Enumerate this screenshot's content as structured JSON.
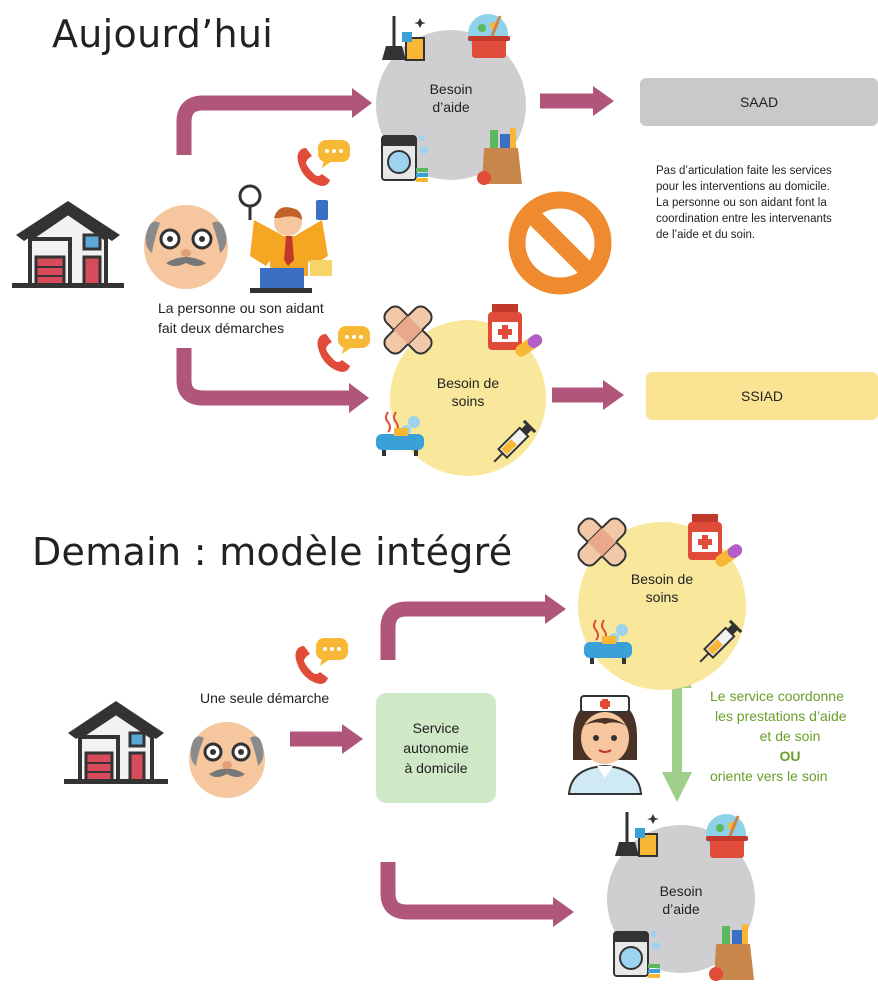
{
  "colors": {
    "arrow": "#b0567a",
    "grey_circle": "#cfcfd1",
    "yellow_circle": "#f9e79b",
    "saad_box": "#c9c9cb",
    "ssiad_box": "#fbe394",
    "green_box": "#cfe8c6",
    "green_arrow": "#9fcf8a",
    "green_text": "#6a9e2a",
    "forbidden": "#ef8a2e"
  },
  "today": {
    "title": "Aujourd’hui",
    "aid_label": "Besoin\nd’aide",
    "care_label": "Besoin de\nsoins",
    "saad": "SAAD",
    "ssiad": "SSIAD",
    "person_caption": "La personne ou son aidant\nfait deux démarches",
    "note": "Pas d’articulation faite les services\npour les interventions au domicile.\nLa personne ou son aidant font la\ncoordination entre les intervenants\nde l’aide et du soin."
  },
  "tomorrow": {
    "title": "Demain : modèle intégré",
    "single_step": "Une seule démarche",
    "service_box": "Service\nautonomie\nà domicile",
    "care_label": "Besoin de\nsoins",
    "aid_label": "Besoin\nd’aide",
    "coord_line1": "Le service coordonne",
    "coord_line2": "les prestations d’aide",
    "coord_line3": "et de soin",
    "coord_or": "OU",
    "coord_line4": "oriente vers le soin"
  },
  "icons": [
    "house-icon",
    "elderly-man-icon",
    "phone-chat-icon",
    "busy-person-icon",
    "cleaning-icon",
    "cooking-pot-icon",
    "washing-machine-icon",
    "groceries-icon",
    "bandage-icon",
    "medicine-icon",
    "bath-icon",
    "syringe-icon",
    "forbidden-icon",
    "nurse-icon"
  ]
}
